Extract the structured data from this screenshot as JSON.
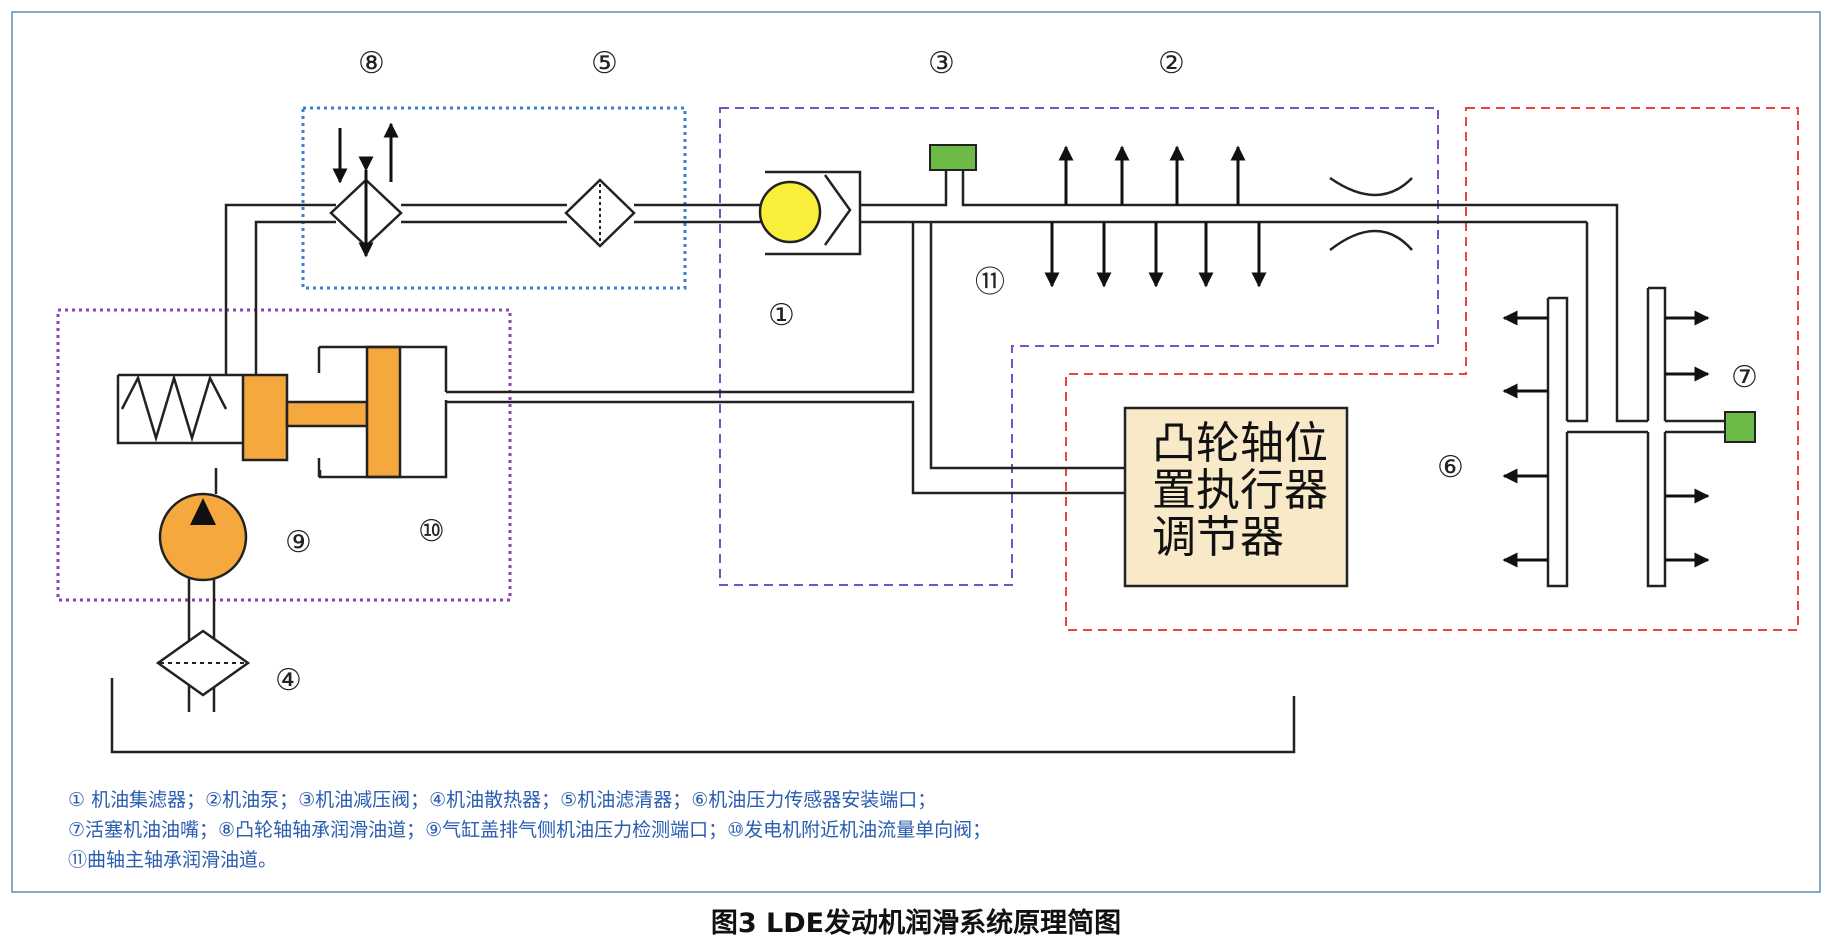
{
  "labels": {
    "n1": "①",
    "n2": "②",
    "n3": "③",
    "n4": "④",
    "n5": "⑤",
    "n6": "⑥",
    "n7": "⑦",
    "n8": "⑧",
    "n9": "⑨",
    "n10": "⑩",
    "n11": "⑪"
  },
  "actuator_box": [
    "凸轮轴位",
    "置执行器",
    "调节器"
  ],
  "legend_lines": [
    "①  机油集滤器；②机油泵；③机油减压阀；④机油散热器；⑤机油滤清器；⑥机油压力传感器安装端口；",
    "⑦活塞机油油嘴；⑧凸轮轴轴承润滑油道；⑨气缸盖排气侧机油压力检测端口；⑩发电机附近机油流量单向阀；",
    "⑪曲轴主轴承润滑油道。"
  ],
  "caption": "图3  LDE发动机润滑系统原理简图",
  "colors": {
    "orange_fill": "#f5a83d",
    "yellow_fill": "#f9ee3a",
    "green_fill": "#6dbb46",
    "box_fill": "#f8e9c8",
    "blue_dotted": "#3a7fd5",
    "purple_dashed": "#7a4fc9",
    "purple_dotted": "#8a43b4",
    "red_dashed": "#e8463a",
    "frame": "#5b8fc0"
  }
}
